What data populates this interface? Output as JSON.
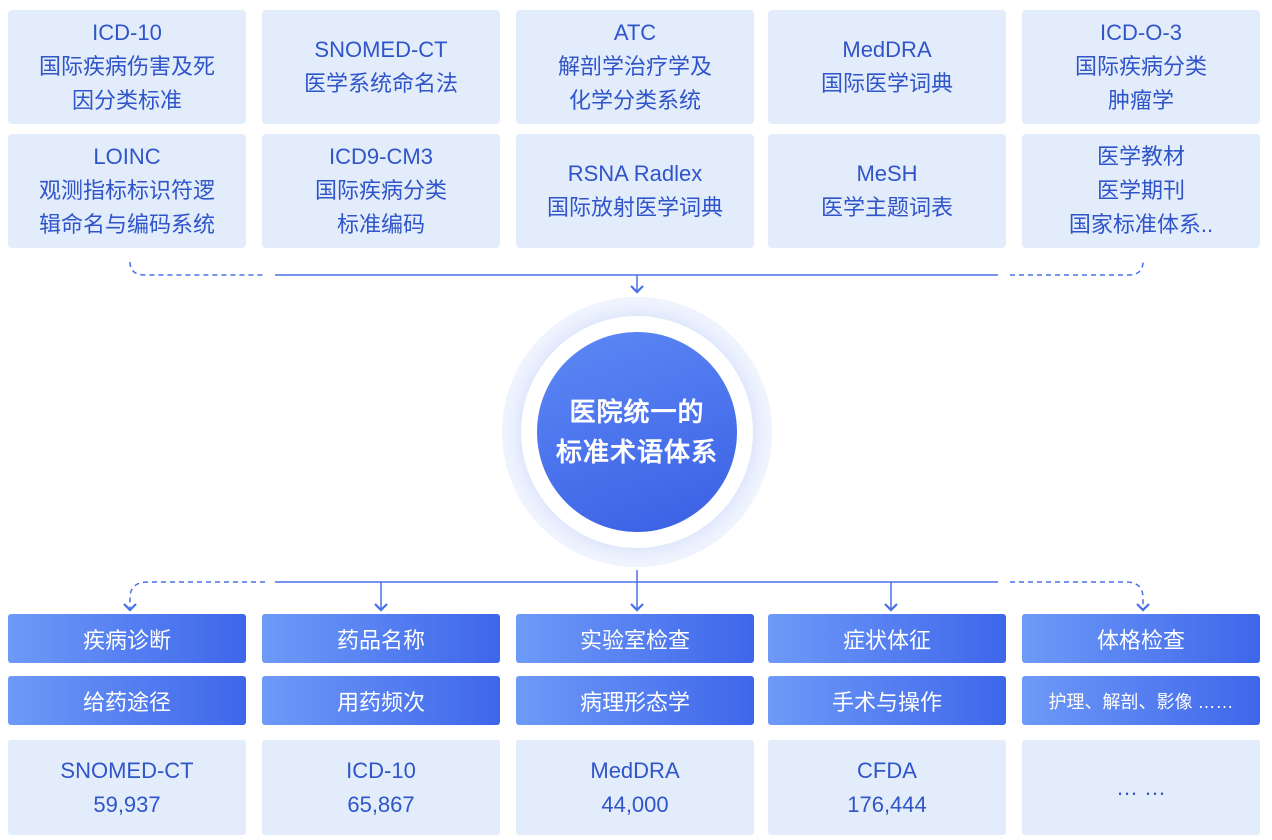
{
  "sources": [
    {
      "lines": [
        "ICD-10",
        "国际疾病伤害及死",
        "因分类标准"
      ]
    },
    {
      "lines": [
        "SNOMED-CT",
        "医学系统命名法"
      ]
    },
    {
      "lines": [
        "ATC",
        "解剖学治疗学及",
        "化学分类系统"
      ]
    },
    {
      "lines": [
        "MedDRA",
        "国际医学词典"
      ]
    },
    {
      "lines": [
        "ICD-O-3",
        "国际疾病分类",
        "肿瘤学"
      ]
    },
    {
      "lines": [
        "LOINC",
        "观测指标标识符逻",
        "辑命名与编码系统"
      ]
    },
    {
      "lines": [
        "ICD9-CM3",
        "国际疾病分类",
        "标准编码"
      ]
    },
    {
      "lines": [
        "RSNA Radlex",
        "国际放射医学词典"
      ]
    },
    {
      "lines": [
        "MeSH",
        "医学主题词表"
      ]
    },
    {
      "lines": [
        "医学教材",
        "医学期刊",
        "国家标准体系.."
      ]
    }
  ],
  "hub": {
    "line1": "医院统一的",
    "line2": "标准术语体系"
  },
  "categories_row1": [
    "疾病诊断",
    "药品名称",
    "实验室检查",
    "症状体征",
    "体格检查"
  ],
  "categories_row2": [
    "给药途径",
    "用药频次",
    "病理形态学",
    "手术与操作",
    "护理、解剖、影像 ……"
  ],
  "stats": [
    {
      "name": "SNOMED-CT",
      "count": "59,937"
    },
    {
      "name": "ICD-10",
      "count": "65,867"
    },
    {
      "name": "MedDRA",
      "count": "44,000"
    },
    {
      "name": "CFDA",
      "count": "176,444"
    },
    {
      "name": "… …",
      "count": ""
    }
  ],
  "colors": {
    "card_bg": "#e3ecfb",
    "text_blue": "#2f55c9",
    "accent": "#3e66ea",
    "line": "#4a72e8"
  }
}
